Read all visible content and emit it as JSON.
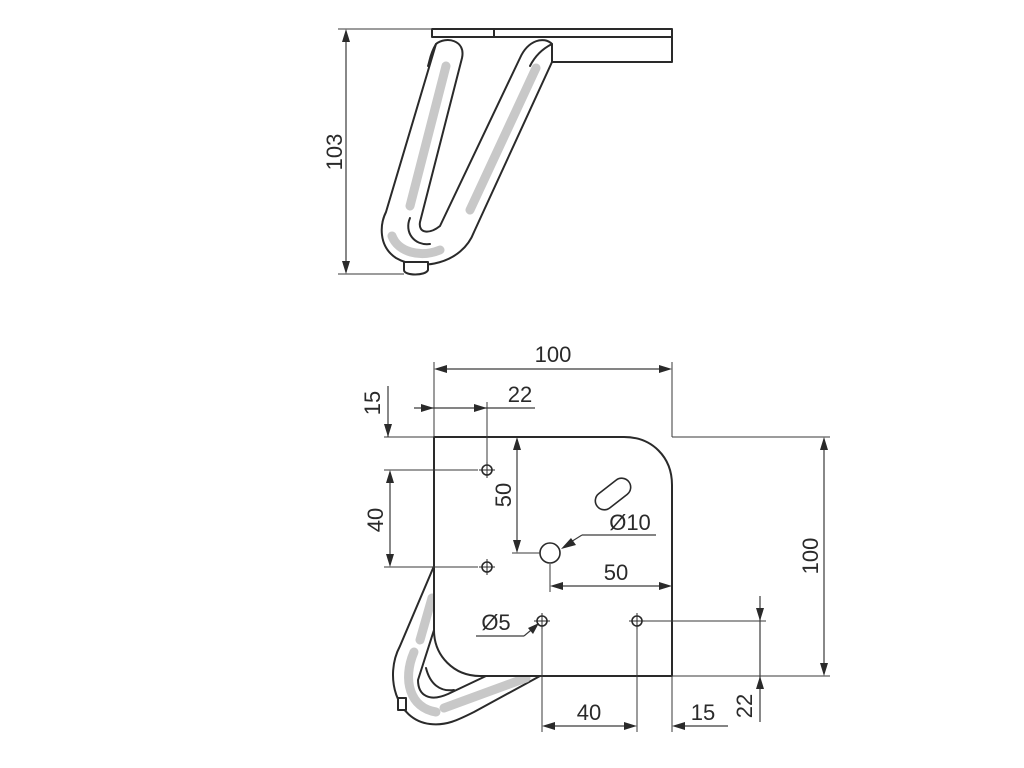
{
  "colors": {
    "stroke": "#2a2a2a",
    "shade": "#c8c8c8",
    "background": "#ffffff"
  },
  "side_view": {
    "height_label": "103"
  },
  "plan_view": {
    "width_label": "100",
    "height_label": "100",
    "edge_offset_top_label": "15",
    "hole_x_label": "22",
    "hole_spacing_vertical_label": "40",
    "center_offset_label": "50",
    "center_to_edge_label": "50",
    "center_hole_label": "Ø10",
    "small_hole_label": "Ø5",
    "hole_spacing_horizontal_label": "40",
    "edge_offset_right_label": "15",
    "hole_y_label": "22"
  }
}
